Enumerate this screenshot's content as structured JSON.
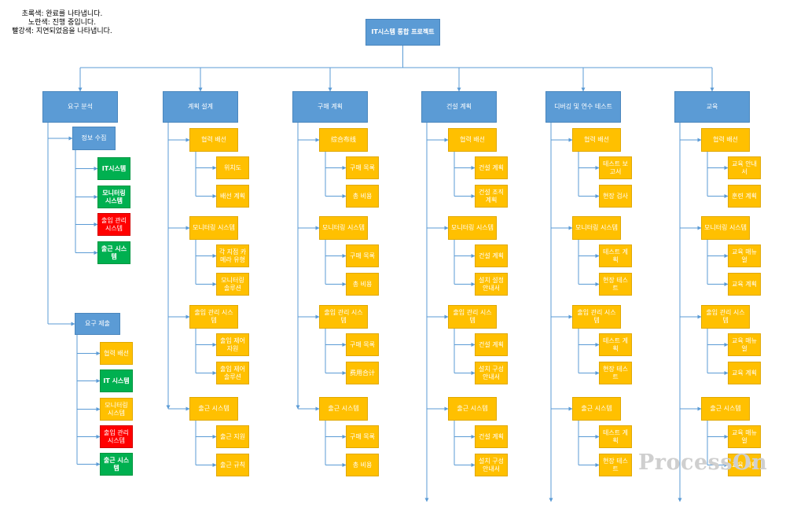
{
  "legend": [
    "초록색:  완료를 나타냅니다.",
    "노란색: 진행 중입니다.",
    "빨강색:  지연되었음을 나타냅니다."
  ],
  "colors": {
    "blue": "#5b9bd5",
    "yellow": "#ffc000",
    "green": "#00b050",
    "red": "#ff0000",
    "line": "#5b9bd5"
  },
  "root": "IT시스템 통합 프로젝트",
  "columns": [
    {
      "label": "요구 분석",
      "groups": [
        {
          "label": "정보 수집",
          "items": [
            {
              "label": "IT시스템",
              "status": "green"
            },
            {
              "label": "모니터링 시스템",
              "status": "green"
            },
            {
              "label": "출입 관리 시스템",
              "status": "red"
            },
            {
              "label": "출근 시스템",
              "status": "green"
            }
          ]
        },
        {
          "label": "요구 제출",
          "items": [
            {
              "label": "협력 배선",
              "status": "yellow"
            },
            {
              "label": "IT 시스템",
              "status": "green"
            },
            {
              "label": "모니터링 시스템",
              "status": "yellow"
            },
            {
              "label": "출입 관리 시스템",
              "status": "red"
            },
            {
              "label": "출근 시스템",
              "status": "green"
            }
          ]
        }
      ]
    },
    {
      "label": "계획 설계",
      "groups": [
        {
          "label": "협력 배선",
          "items": [
            {
              "label": "위치도",
              "status": "yellow"
            },
            {
              "label": "배선 계획",
              "status": "yellow"
            }
          ]
        },
        {
          "label": "모니터링 시스템",
          "items": [
            {
              "label": "각 지점 카메라 유형",
              "status": "yellow"
            },
            {
              "label": "모니터링 솔루션",
              "status": "yellow"
            }
          ]
        },
        {
          "label": "출입 관리 시스템",
          "items": [
            {
              "label": "출입 제어 자원",
              "status": "yellow"
            },
            {
              "label": "출입 제어 솔루션",
              "status": "yellow"
            }
          ]
        },
        {
          "label": "출근 시스템",
          "items": [
            {
              "label": "출근 지원",
              "status": "yellow"
            },
            {
              "label": "출근 규칙",
              "status": "yellow"
            }
          ]
        }
      ]
    },
    {
      "label": "구매 계획",
      "groups": [
        {
          "label": "综合布线",
          "items": [
            {
              "label": "구매 목록",
              "status": "yellow"
            },
            {
              "label": "총 비용",
              "status": "yellow"
            }
          ]
        },
        {
          "label": "모니터링 시스템",
          "items": [
            {
              "label": "구매 목록",
              "status": "yellow"
            },
            {
              "label": "총 비용",
              "status": "yellow"
            }
          ]
        },
        {
          "label": "출입 관리 시스템",
          "items": [
            {
              "label": "구매 목록",
              "status": "yellow"
            },
            {
              "label": "费用合计",
              "status": "yellow"
            }
          ]
        },
        {
          "label": "출근 시스템",
          "items": [
            {
              "label": "구매 목록",
              "status": "yellow"
            },
            {
              "label": "총 비용",
              "status": "yellow"
            }
          ]
        }
      ]
    },
    {
      "label": "건설 계획",
      "groups": [
        {
          "label": "협력 배선",
          "items": [
            {
              "label": "건설 계획",
              "status": "yellow"
            },
            {
              "label": "건설 조직 계획",
              "status": "yellow"
            }
          ]
        },
        {
          "label": "모니터링 시스템",
          "items": [
            {
              "label": "건설 계획",
              "status": "yellow"
            },
            {
              "label": "설치 설정 안내서",
              "status": "yellow"
            }
          ]
        },
        {
          "label": "출입 관리 시스템",
          "items": [
            {
              "label": "건설 계획",
              "status": "yellow"
            },
            {
              "label": "설치 구성 안내서",
              "status": "yellow"
            }
          ]
        },
        {
          "label": "출근 시스템",
          "items": [
            {
              "label": "건설 계획",
              "status": "yellow"
            },
            {
              "label": "설치 구성 안내서",
              "status": "yellow"
            }
          ]
        }
      ]
    },
    {
      "label": "디버깅 및 연수 테스트",
      "groups": [
        {
          "label": "협력 배선",
          "items": [
            {
              "label": "테스트 보고서",
              "status": "yellow"
            },
            {
              "label": "현장 검사",
              "status": "yellow"
            }
          ]
        },
        {
          "label": "모니터링 시스템",
          "items": [
            {
              "label": "테스트 계획",
              "status": "yellow"
            },
            {
              "label": "현장 테스트",
              "status": "yellow"
            }
          ]
        },
        {
          "label": "출입 관리 시스템",
          "items": [
            {
              "label": "테스트 계획",
              "status": "yellow"
            },
            {
              "label": "현장 테스트",
              "status": "yellow"
            }
          ]
        },
        {
          "label": "출근 시스템",
          "items": [
            {
              "label": "테스트 계획",
              "status": "yellow"
            },
            {
              "label": "현장 테스트",
              "status": "yellow"
            }
          ]
        }
      ]
    },
    {
      "label": "교육",
      "groups": [
        {
          "label": "협력 배선",
          "items": [
            {
              "label": "교육 안내서",
              "status": "yellow"
            },
            {
              "label": "훈련 계획",
              "status": "yellow"
            }
          ]
        },
        {
          "label": "모니터링 시스템",
          "items": [
            {
              "label": "교육 매뉴얼",
              "status": "yellow"
            },
            {
              "label": "교육 계획",
              "status": "yellow"
            }
          ]
        },
        {
          "label": "출입 관리 시스템",
          "items": [
            {
              "label": "교육 매뉴얼",
              "status": "yellow"
            },
            {
              "label": "교육 계획",
              "status": "yellow"
            }
          ]
        },
        {
          "label": "출근 시스템",
          "items": [
            {
              "label": "교육 매뉴얼",
              "status": "yellow"
            },
            {
              "label": "교육 계획",
              "status": "yellow"
            }
          ]
        }
      ]
    }
  ],
  "watermark": "ProcessOn"
}
